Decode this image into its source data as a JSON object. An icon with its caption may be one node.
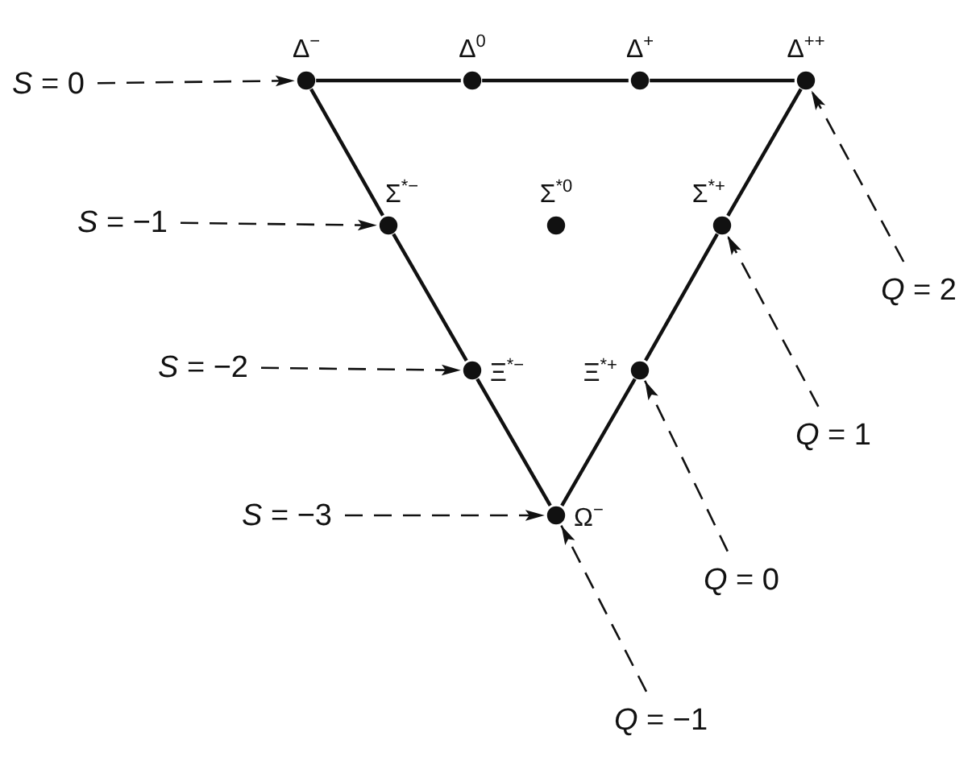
{
  "diagram": {
    "nodes": [
      {
        "text": [
          "*S* = 0"
        ]
      },
      {
        "text": [
          "Δ$^{−}$"
        ]
      },
      {
        "text": [
          "Δ$^{0}$"
        ]
      },
      {
        "text": [
          "Δ$^{+}$"
        ]
      },
      {
        "text": [
          "Δ$^{++}$"
        ]
      },
      {
        "text": [
          "*S* = −1"
        ]
      },
      {
        "text": [
          "Σ$^{*−}$"
        ]
      },
      {
        "text": [
          "Σ$^{*0}$"
        ]
      },
      {
        "text": [
          "Σ$^{*+}$"
        ]
      },
      {
        "text": [
          "*Q* = 2"
        ]
      },
      {
        "text": [
          "*S* = −2"
        ]
      },
      {
        "text": [
          "Ξ$^{*−}$"
        ]
      },
      {
        "text": [
          "Ξ$^{*+}$"
        ]
      },
      {
        "text": [
          "*Q* = 1"
        ]
      },
      {
        "text": [
          "*S* = −3"
        ]
      },
      {
        "text": [
          "Ω$^{−}$"
        ]
      },
      {
        "text": [
          "*Q* = 0"
        ]
      },
      {
        "text": [
          "*Q* = −1"
        ]
      }
    ],
    "edges": [
      {
        "from": 1,
        "to": 2,
        "arrow": "none"
      },
      {
        "from": 2,
        "to": 3,
        "arrow": "none"
      },
      {
        "from": 3,
        "to": 4,
        "arrow": "none"
      },
      {
        "from": 1,
        "to": 6,
        "arrow": "none"
      },
      {
        "from": 6,
        "to": 11,
        "arrow": "none"
      },
      {
        "from": 11,
        "to": 15,
        "arrow": "none"
      },
      {
        "from": 4,
        "to": 8,
        "arrow": "none"
      },
      {
        "from": 8,
        "to": 12,
        "arrow": "none"
      },
      {
        "from": 12,
        "to": 15,
        "arrow": "none"
      },
      {
        "from": 0,
        "to": 1,
        "arrow": "to",
        "style": "dashed"
      },
      {
        "from": 5,
        "to": 6,
        "arrow": "to",
        "style": "dashed"
      },
      {
        "from": 10,
        "to": 11,
        "arrow": "to",
        "style": "dashed"
      },
      {
        "from": 14,
        "to": 15,
        "arrow": "to",
        "style": "dashed"
      },
      {
        "from": 9,
        "to": 4,
        "arrow": "to",
        "style": "dashed"
      },
      {
        "from": 13,
        "to": 8,
        "arrow": "to",
        "style": "dashed"
      },
      {
        "from": 16,
        "to": 12,
        "arrow": "to",
        "style": "dashed"
      },
      {
        "from": 17,
        "to": 15,
        "arrow": "to",
        "style": "dashed"
      }
    ]
  }
}
